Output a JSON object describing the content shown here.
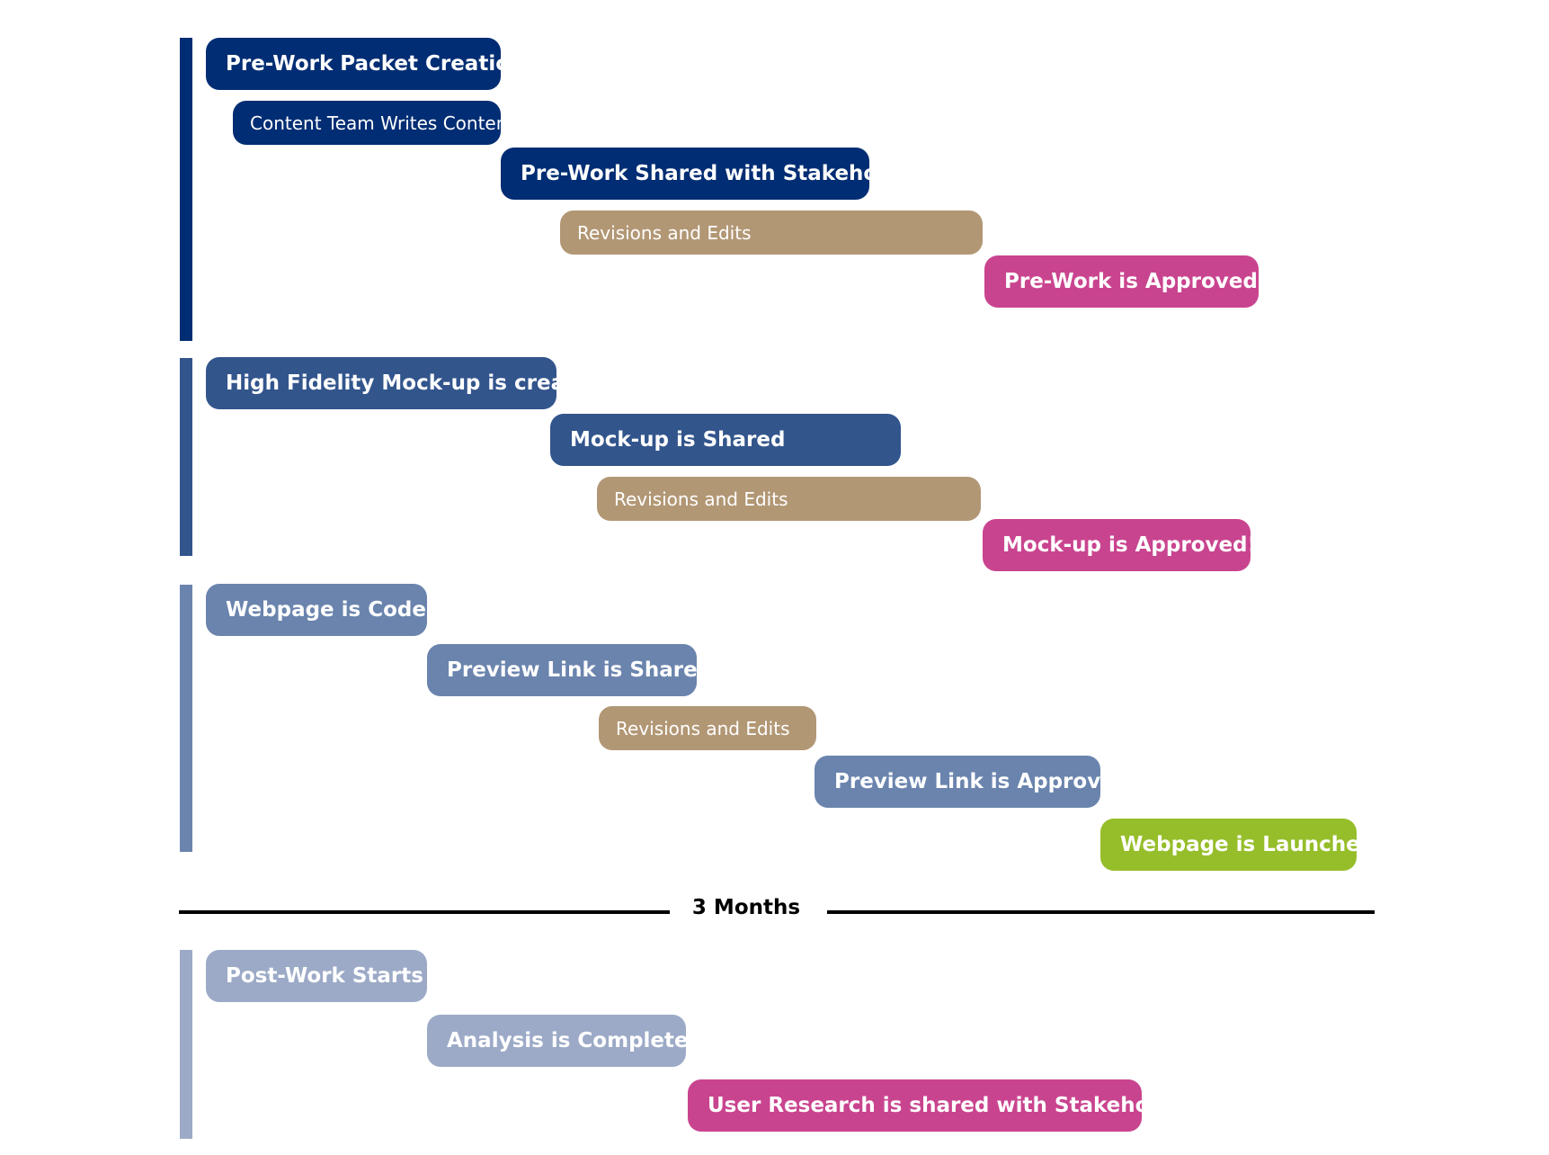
{
  "colors": {
    "navy": "#002d73",
    "blue": "#32558c",
    "steel": "#6a84ad",
    "pale": "#9caac7",
    "tan": "#b29775",
    "magenta": "#c9448f",
    "green": "#96be2a"
  },
  "phases": {
    "prework": {
      "packet_creation": "Pre-Work Packet Creation",
      "content_writes": "Content Team Writes Content",
      "shared": "Pre-Work Shared with Stakeholder",
      "revisions": "Revisions and Edits",
      "approved": "Pre-Work is Approved!"
    },
    "mockup": {
      "created": "High Fidelity Mock-up is created",
      "shared": "Mock-up is Shared",
      "revisions": "Revisions and Edits",
      "approved": "Mock-up is Approved!"
    },
    "webpage": {
      "coded": "Webpage is Coded",
      "link_shared": "Preview Link is Shared",
      "revisions": "Revisions and Edits",
      "link_approved": "Preview Link is Approved!",
      "launched": "Webpage is Launched!"
    },
    "postwork": {
      "starts": "Post-Work Starts",
      "analysis": "Analysis is Completed",
      "research_shared": "User Research is shared with Stakeholders"
    }
  },
  "timeline": {
    "duration_label": "3 Months"
  }
}
